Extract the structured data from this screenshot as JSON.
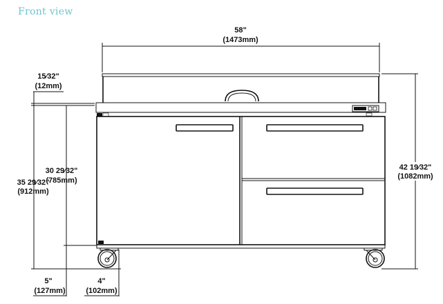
{
  "title": "Front view",
  "dimensions": {
    "overall_width": {
      "inches": "58\"",
      "mm": "(1473mm)"
    },
    "top_thickness": {
      "inches": "15⁄32\"",
      "mm": "(12mm)"
    },
    "work_height": {
      "inches": "35 29⁄32\"",
      "mm": "(912mm)"
    },
    "cabinet_height": {
      "inches": "30 29⁄32\"",
      "mm": "(785mm)"
    },
    "overall_height": {
      "inches": "42 19⁄32\"",
      "mm": "(1082mm)"
    },
    "caster_height": {
      "inches": "5\"",
      "mm": "(127mm)"
    },
    "caster_offset": {
      "inches": "4\"",
      "mm": "(102mm)"
    }
  }
}
